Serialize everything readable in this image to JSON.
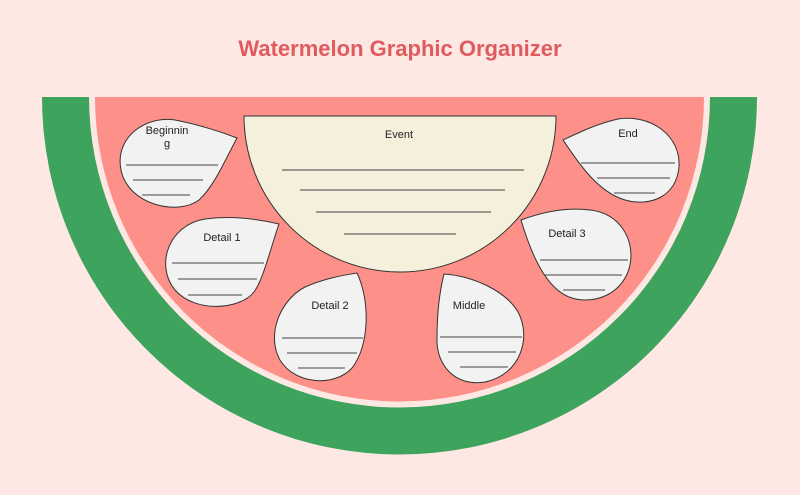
{
  "title": "Watermelon Graphic Organizer",
  "colors": {
    "background": "#fde8e4",
    "rind": "#3da35d",
    "rind_inner": "#fde8e4",
    "flesh": "#fd918a",
    "event_box": "#f5f0dc",
    "seed": "#f2f2f2",
    "title": "#e05a5e"
  },
  "event": {
    "label": "Event"
  },
  "seeds": [
    {
      "id": "beginning",
      "label_lines": [
        "Beginnin",
        "g"
      ]
    },
    {
      "id": "end",
      "label_lines": [
        "End"
      ]
    },
    {
      "id": "detail-1",
      "label_lines": [
        "Detail 1"
      ]
    },
    {
      "id": "detail-3",
      "label_lines": [
        "Detail 3"
      ]
    },
    {
      "id": "detail-2",
      "label_lines": [
        "Detail 2"
      ]
    },
    {
      "id": "middle",
      "label_lines": [
        "Middle"
      ]
    }
  ]
}
